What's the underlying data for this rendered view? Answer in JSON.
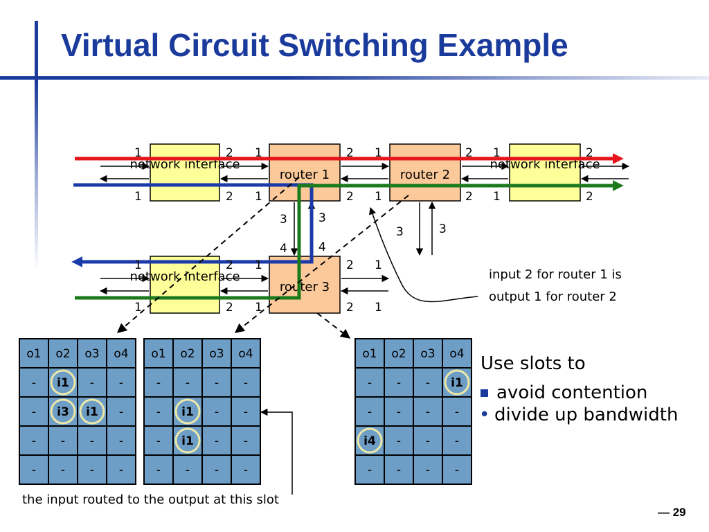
{
  "slide": {
    "title": "Virtual Circuit Switching Example",
    "page_number": "— 29",
    "colors": {
      "title": "#1a3a9c",
      "red_path": "#e8141b",
      "blue_path": "#1a3aaa",
      "green_path": "#1b7a1b",
      "router_fill": "#fcc99a",
      "interface_fill": "#ffff99",
      "table_fill": "#6e9ec6"
    }
  },
  "diagram": {
    "nodes": {
      "ni_top_left": "network interface",
      "router1": "router 1",
      "router2": "router 2",
      "ni_top_right": "network interface",
      "ni_bottom": "network interface",
      "router3": "router 3"
    },
    "port_labels": {
      "ni_top_left": [
        "1",
        "1",
        "2",
        "2"
      ],
      "router1": [
        "1",
        "1",
        "2",
        "2",
        "3",
        "3",
        "4",
        "4"
      ],
      "router2": [
        "1",
        "1",
        "2",
        "2",
        "3",
        "3"
      ],
      "ni_top_right": [
        "1",
        "1",
        "2",
        "2"
      ],
      "ni_bottom": [
        "1",
        "1",
        "2",
        "2"
      ],
      "router3": [
        "1",
        "1",
        "2",
        "2",
        "1",
        "1"
      ]
    },
    "annotation": [
      "input 2 for router 1 is",
      "output 1 for router 2"
    ],
    "caption": "the input routed to the output at this slot"
  },
  "tables": [
    {
      "headers": [
        "o1",
        "o2",
        "o3",
        "o4"
      ],
      "rows": [
        [
          "-",
          "i1",
          "-",
          "-"
        ],
        [
          "-",
          "i3",
          "i1",
          "-"
        ],
        [
          "-",
          "-",
          "-",
          "-"
        ],
        [
          "-",
          "-",
          "-",
          "-"
        ]
      ],
      "highlights": [
        {
          "row": 0,
          "col": 1,
          "color": "#e8141b"
        },
        {
          "row": 1,
          "col": 1,
          "color": "#1b7a1b"
        },
        {
          "row": 1,
          "col": 2,
          "color": "#1a3aaa"
        }
      ]
    },
    {
      "headers": [
        "o1",
        "o2",
        "o3",
        "o4"
      ],
      "rows": [
        [
          "-",
          "-",
          "-",
          "-"
        ],
        [
          "-",
          "i1",
          "-",
          "-"
        ],
        [
          "-",
          "i1",
          "-",
          "-"
        ],
        [
          "-",
          "-",
          "-",
          "-"
        ]
      ],
      "highlights": [
        {
          "row": 1,
          "col": 1,
          "color": "#e8141b"
        },
        {
          "row": 2,
          "col": 1,
          "color": "#1b7a1b"
        }
      ]
    },
    {
      "headers": [
        "o1",
        "o2",
        "o3",
        "o4"
      ],
      "rows": [
        [
          "-",
          "-",
          "-",
          "i1"
        ],
        [
          "-",
          "-",
          "-",
          "-"
        ],
        [
          "i4",
          "-",
          "-",
          "-"
        ],
        [
          "-",
          "-",
          "-",
          "-"
        ]
      ],
      "highlights": [
        {
          "row": 0,
          "col": 3,
          "color": "#1b7a1b"
        },
        {
          "row": 2,
          "col": 0,
          "color": "#1a3aaa"
        }
      ]
    }
  ],
  "bullets": {
    "heading": "Use slots to",
    "items": [
      "avoid contention",
      "divide up bandwidth"
    ]
  }
}
